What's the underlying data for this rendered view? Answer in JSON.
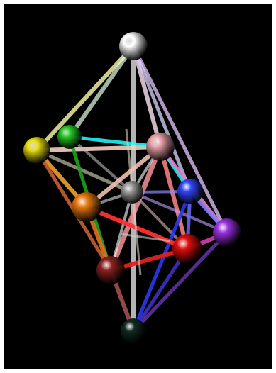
{
  "scene": {
    "background_color": "#000000",
    "subject": "3d-ball-and-stick-polyhedron",
    "balls": [
      {
        "id": "white",
        "color": "#ffffff"
      },
      {
        "id": "yellow",
        "color": "#e8e010"
      },
      {
        "id": "green",
        "color": "#22cc22"
      },
      {
        "id": "pink",
        "color": "#e8a0a8"
      },
      {
        "id": "gray",
        "color": "#9a9a9a"
      },
      {
        "id": "blue",
        "color": "#3344ff"
      },
      {
        "id": "orange",
        "color": "#e8780e"
      },
      {
        "id": "purple",
        "color": "#9a30e0"
      },
      {
        "id": "red",
        "color": "#e00c0c"
      },
      {
        "id": "maroon",
        "color": "#8a2020"
      },
      {
        "id": "black",
        "color": "#0f2a20"
      }
    ]
  }
}
